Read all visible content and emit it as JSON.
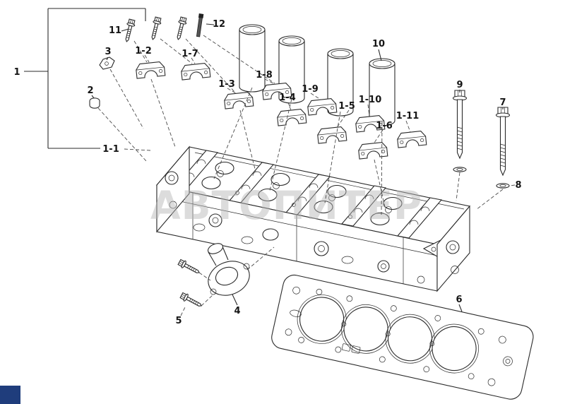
{
  "watermark": {
    "text": "АВТОПИТЕР"
  },
  "colors": {
    "line": "#2a2a2a",
    "watermark": "#b7b7b7",
    "logo_blue": "#1f3d7c"
  },
  "callouts": {
    "n1": "1",
    "n2": "2",
    "n3": "3",
    "n4": "4",
    "n5": "5",
    "n6": "6",
    "n7": "7",
    "n8": "8",
    "n9": "9",
    "n10": "10",
    "n11": "11",
    "n12": "12",
    "n1-1": "1-1",
    "n1-2": "1-2",
    "n1-3": "1-3",
    "n1-4": "1-4",
    "n1-5": "1-5",
    "n1-6": "1-6",
    "n1-7": "1-7",
    "n1-8": "1-8",
    "n1-9": "1-9",
    "n1-10": "1-10",
    "n1-11": "1-11"
  }
}
